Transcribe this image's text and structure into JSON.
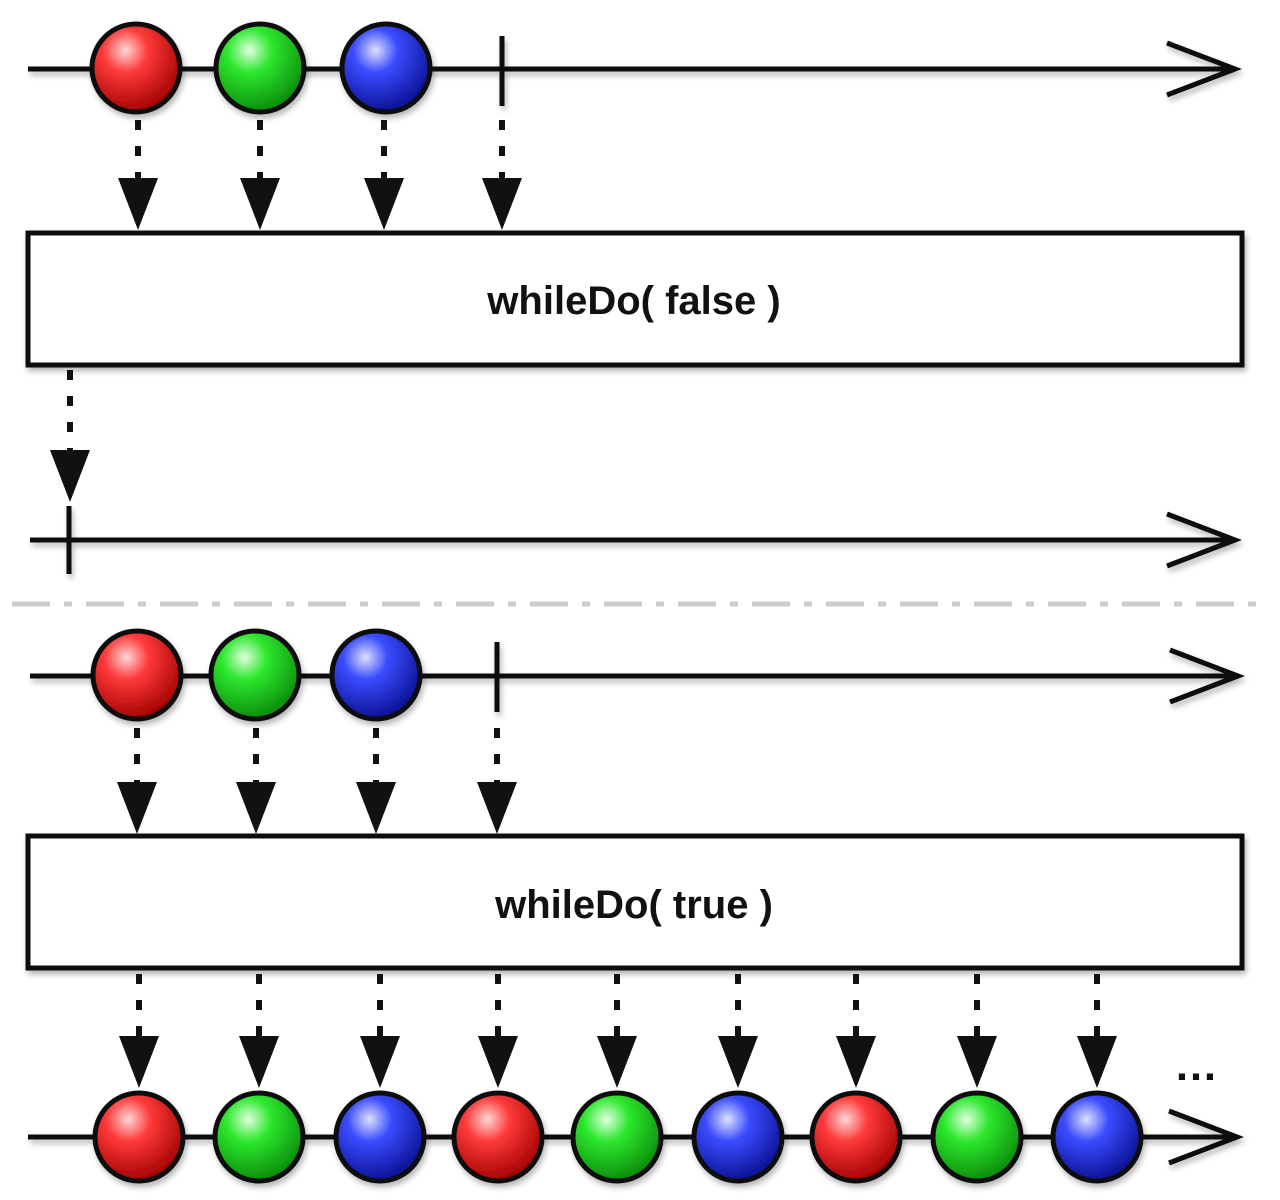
{
  "colors": {
    "red": "#e01010",
    "green": "#18c818",
    "blue": "#1a2ae0",
    "line": "#111111",
    "separator": "#cccccc"
  },
  "panels": {
    "false_case": {
      "operator_label": "whileDo( false )",
      "input_marbles": [
        "red",
        "green",
        "blue"
      ],
      "input_completes": true,
      "output_marbles": [],
      "output_completes": true
    },
    "true_case": {
      "operator_label": "whileDo( true )",
      "input_marbles": [
        "red",
        "green",
        "blue"
      ],
      "input_completes": true,
      "output_marbles": [
        "red",
        "green",
        "blue",
        "red",
        "green",
        "blue",
        "red",
        "green",
        "blue"
      ],
      "output_continues": true,
      "continuation_text": "…"
    }
  }
}
